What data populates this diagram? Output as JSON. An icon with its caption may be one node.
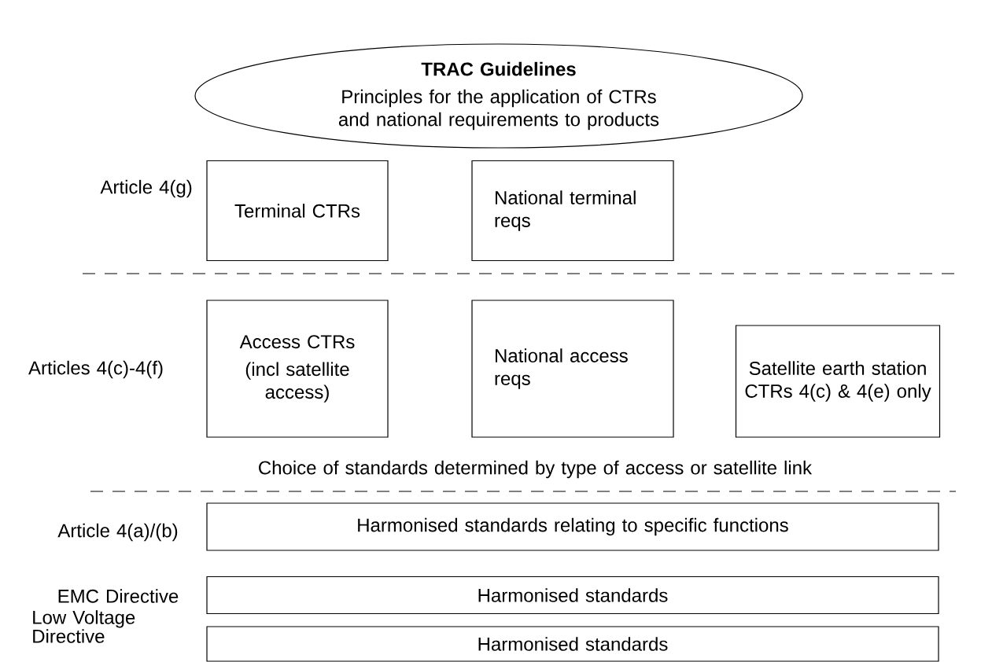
{
  "diagram": {
    "nodes": [
      {
        "text": [
          "TRAC Guidelines",
          "Principles for the application of CTRs and national requirements to products"
        ]
      },
      {
        "text": [
          "Terminal CTRs"
        ]
      },
      {
        "text": [
          "National terminal reqs"
        ]
      },
      {
        "text": [
          "Access CTRs",
          "(incl satellite access)"
        ]
      },
      {
        "text": [
          "National access reqs"
        ]
      },
      {
        "text": [
          "Satellite earth station CTRs 4(c) & 4(e) only"
        ]
      },
      {
        "text": [
          "Harmonised standards relating to specific functions"
        ]
      },
      {
        "text": [
          "Harmonised standards"
        ]
      },
      {
        "text": [
          "Harmonised standards"
        ]
      }
    ],
    "labels": [
      "Article 4(g)",
      "Articles 4(c)-4(f)",
      "Choice of standards determined by type of access or satellite link",
      "Article 4(a)/(b)",
      "EMC Directive",
      "Low Voltage Directive"
    ]
  }
}
